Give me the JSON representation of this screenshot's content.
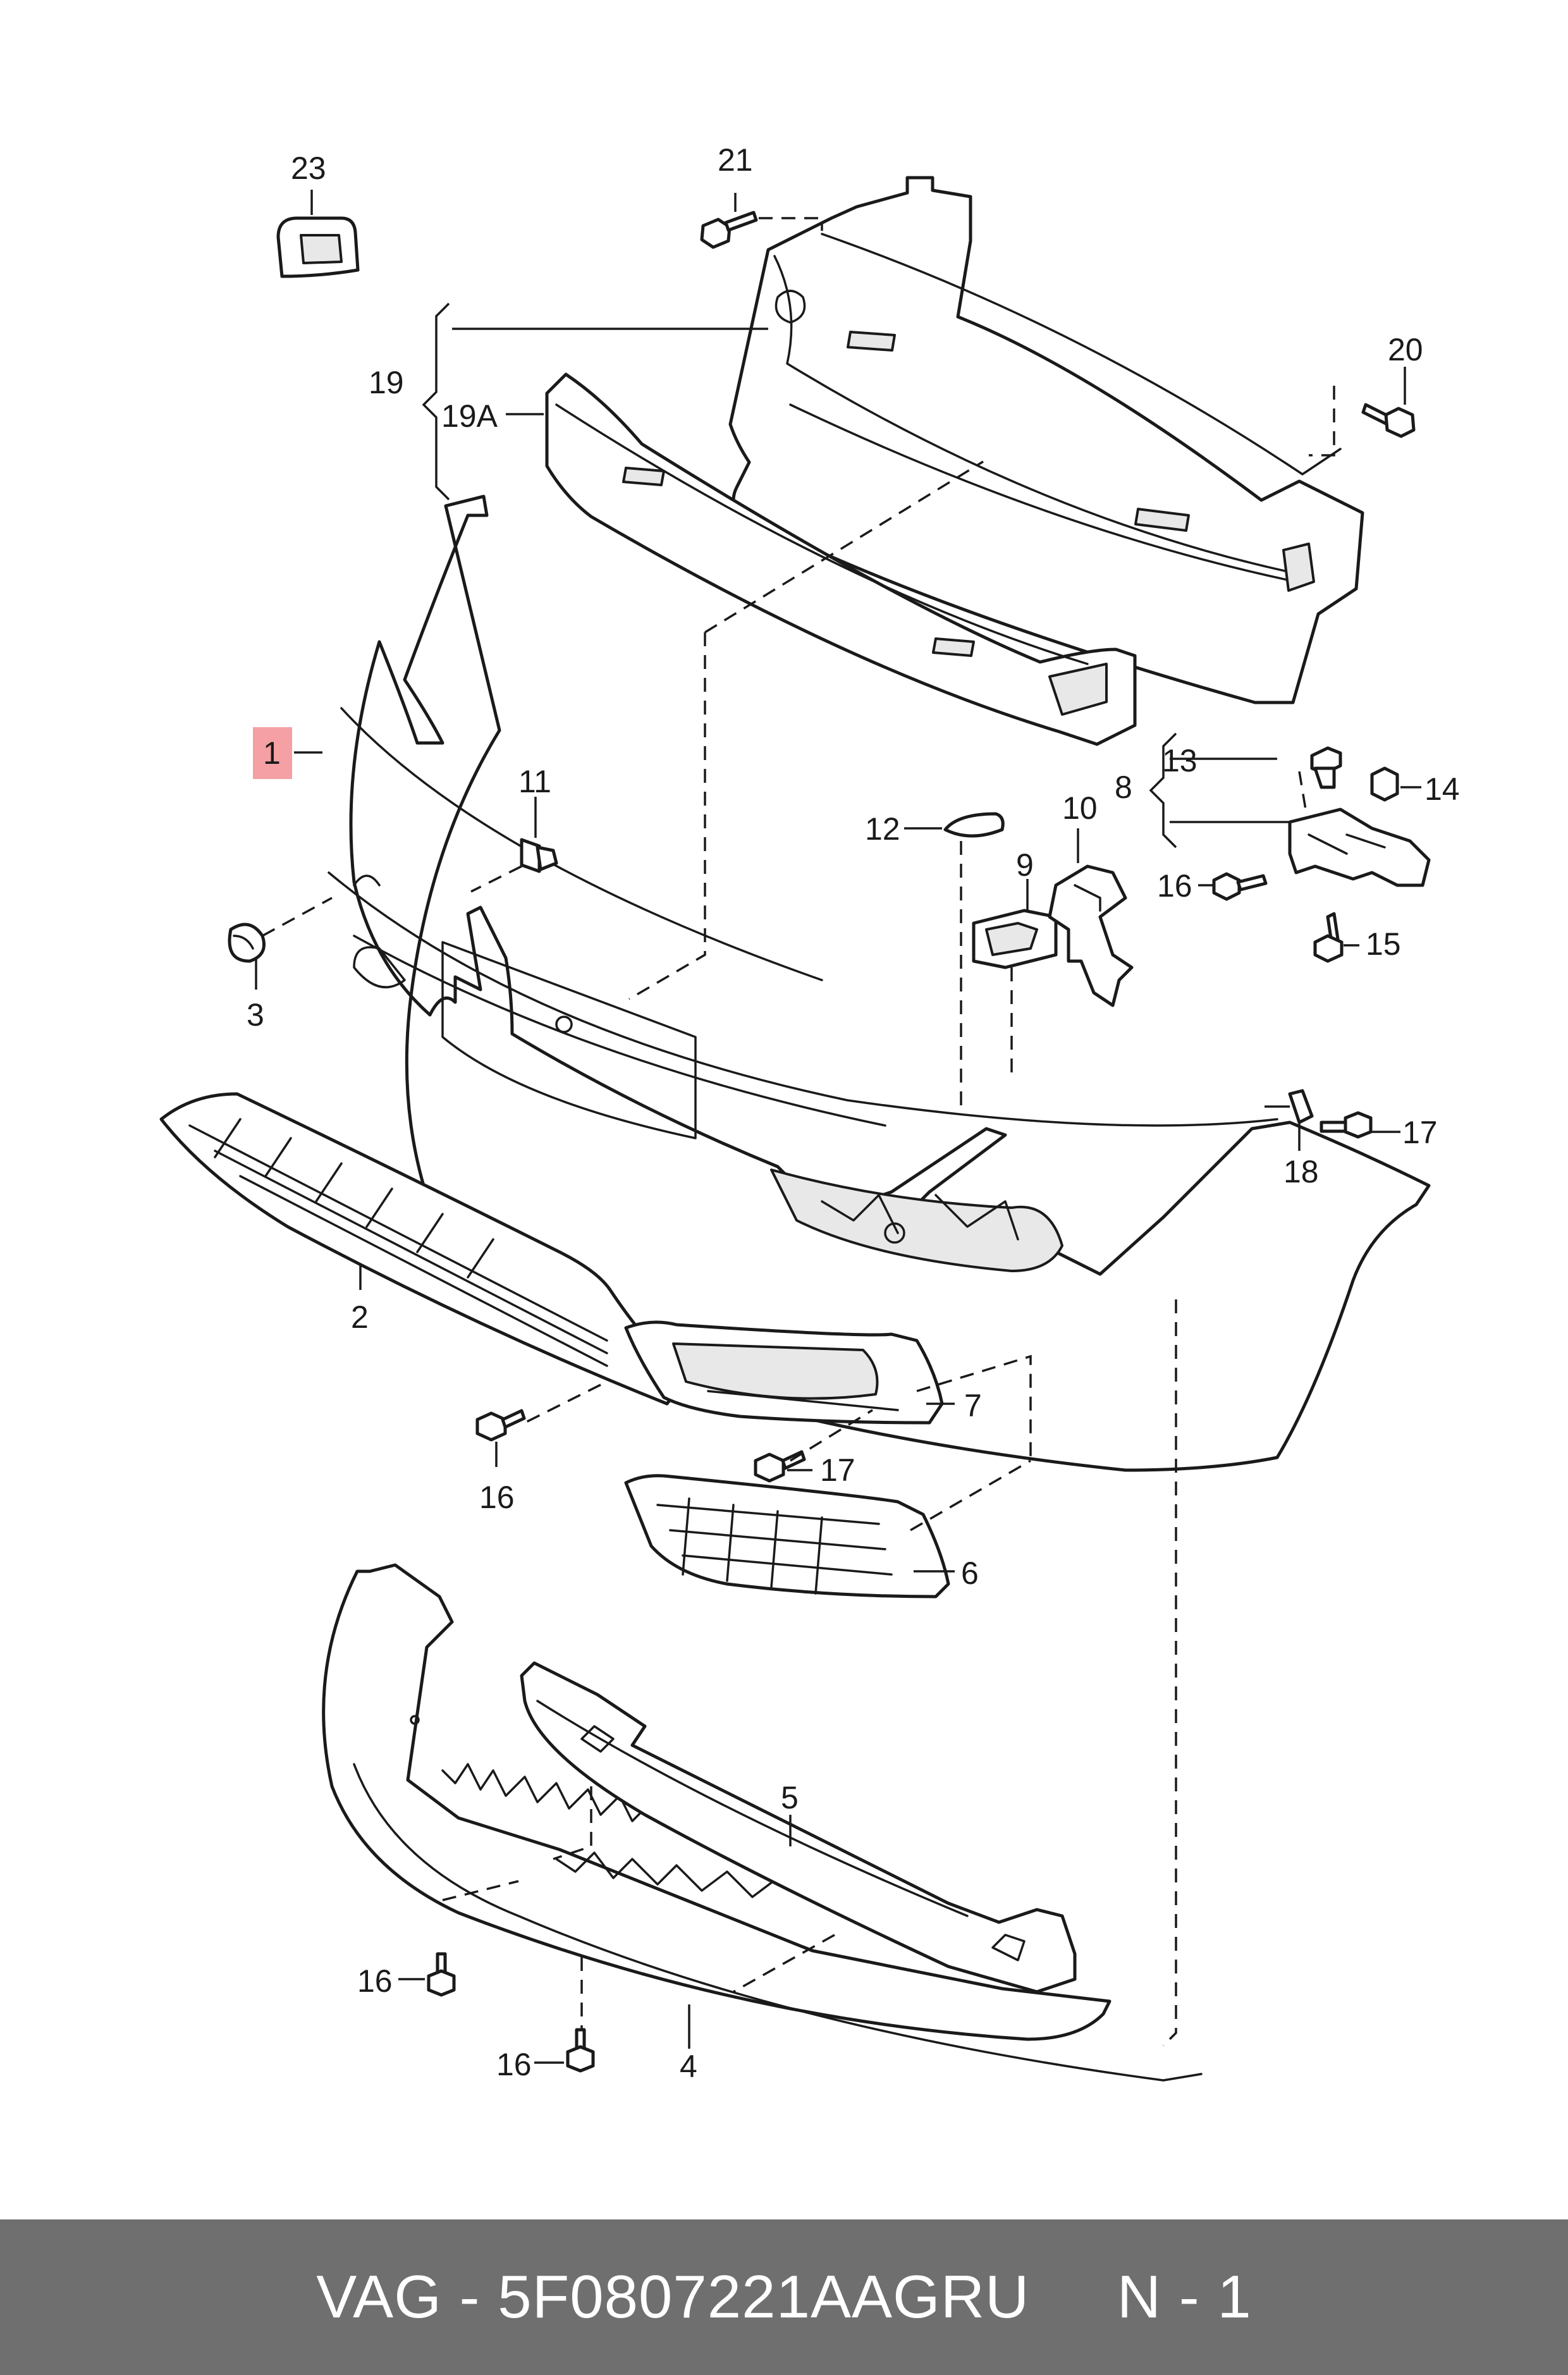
{
  "diagram": {
    "callouts": {
      "p1": "1",
      "p2": "2",
      "p3": "3",
      "p4": "4",
      "p5": "5",
      "p6": "6",
      "p7": "7",
      "p8": "8",
      "p9": "9",
      "p10": "10",
      "p11": "11",
      "p12": "12",
      "p13": "13",
      "p14": "14",
      "p15": "15",
      "p16a": "16",
      "p16b": "16",
      "p16c": "16",
      "p16d": "16",
      "p17a": "17",
      "p17b": "17",
      "p18": "18",
      "p19": "19",
      "p19a": "19A",
      "p20": "20",
      "p21": "21",
      "p23": "23"
    },
    "highlight_color": "#f4a0a4"
  },
  "footer": {
    "text": "VAG - 5F0807221AAGRU     N - 1",
    "background": "#6f6f6f"
  }
}
